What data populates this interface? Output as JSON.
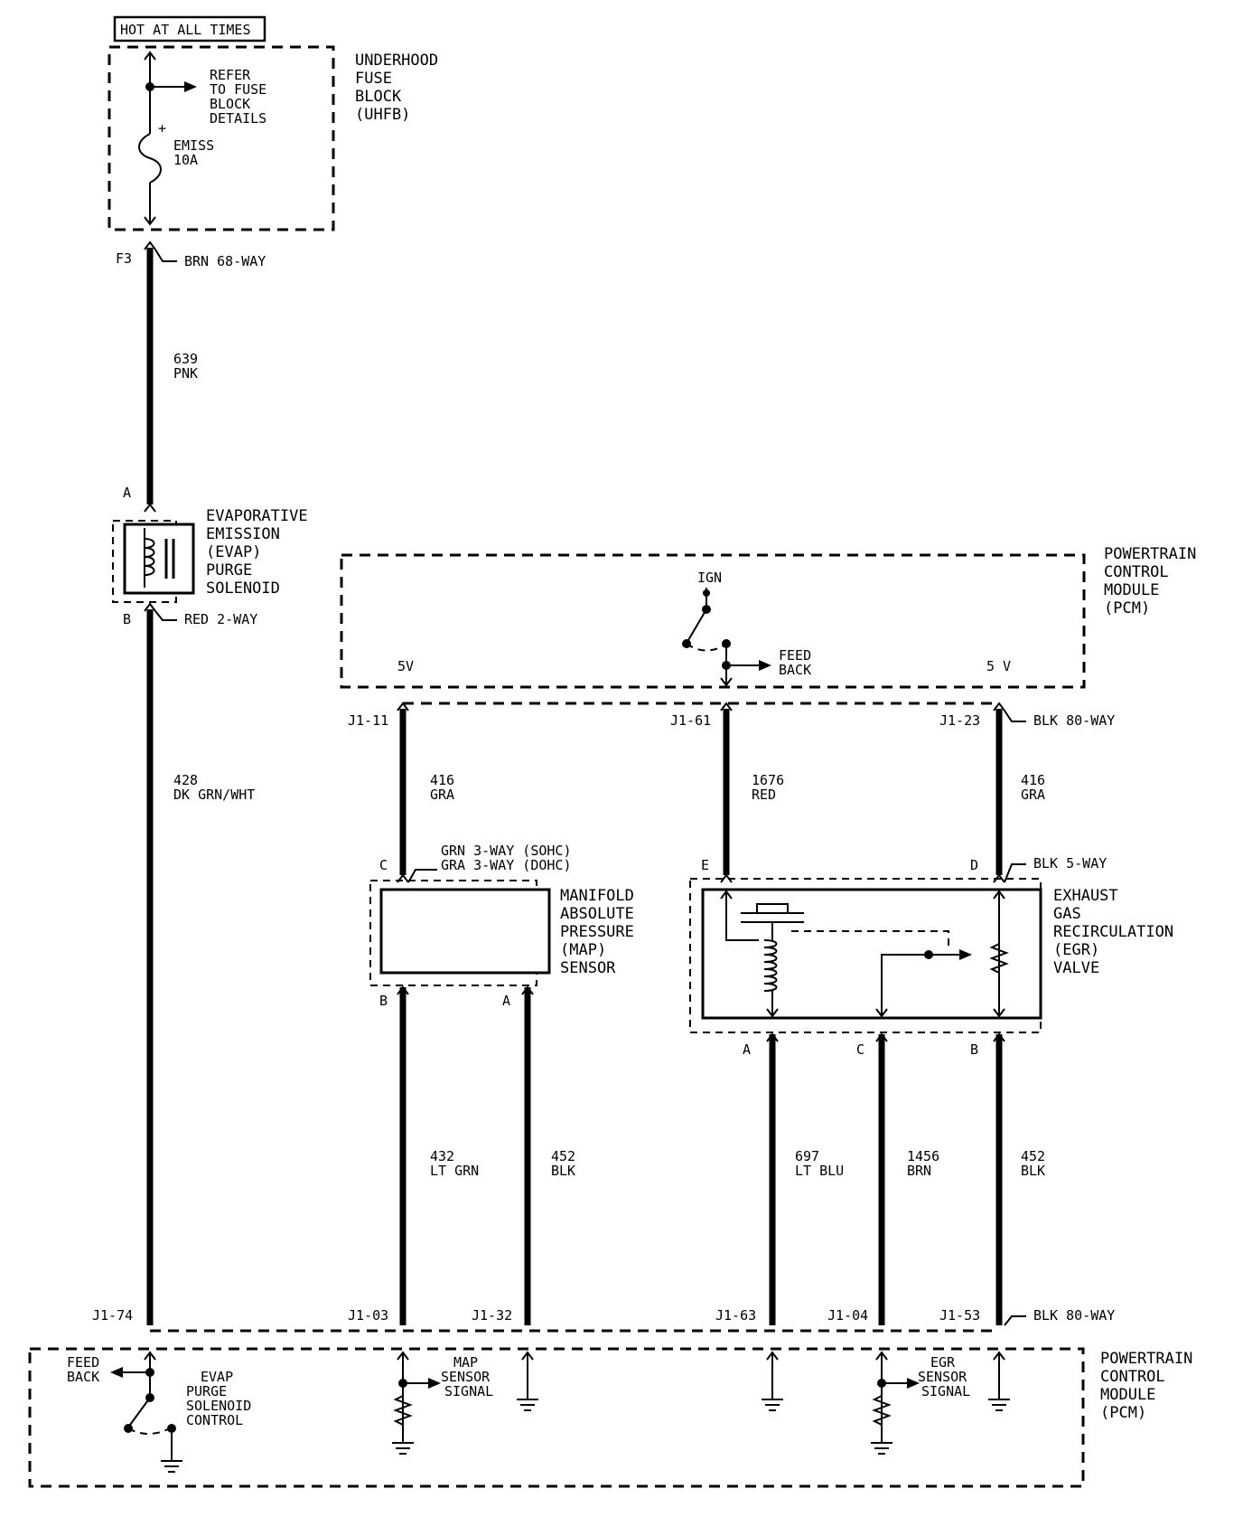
{
  "header": {
    "hot_label": "HOT AT ALL TIMES"
  },
  "fuse_block": {
    "name": [
      "UNDERHOOD",
      "FUSE",
      "BLOCK",
      "(UHFB)"
    ],
    "refer": [
      "REFER",
      "TO FUSE",
      "BLOCK",
      "DETAILS"
    ],
    "fuse": [
      "EMISS",
      "10A"
    ],
    "plus": "+"
  },
  "connectors": {
    "f3": "F3",
    "brn68": "BRN 68-WAY",
    "a": "A",
    "b": "B",
    "red2": "RED 2-WAY",
    "j1_11": "J1-11",
    "j1_61": "J1-61",
    "j1_23": "J1-23",
    "blk80_top": "BLK 80-WAY",
    "c_map": "C",
    "grn3_sohc": "GRN 3-WAY (SOHC)",
    "gra3_dohc": "GRA 3-WAY (DOHC)",
    "e_egr": "E",
    "d_egr": "D",
    "blk5": "BLK 5-WAY",
    "b_map": "B",
    "a_map": "A",
    "a_egr": "A",
    "c_egr": "C",
    "b_egr": "B",
    "j1_74": "J1-74",
    "j1_03": "J1-03",
    "j1_32": "J1-32",
    "j1_63": "J1-63",
    "j1_04": "J1-04",
    "j1_53": "J1-53",
    "blk80_bot": "BLK 80-WAY"
  },
  "wires": {
    "w639": [
      "639",
      "PNK"
    ],
    "w428": [
      "428",
      "DK GRN/WHT"
    ],
    "w416a": [
      "416",
      "GRA"
    ],
    "w1676": [
      "1676",
      "RED"
    ],
    "w416b": [
      "416",
      "GRA"
    ],
    "w432": [
      "432",
      "LT GRN"
    ],
    "w452a": [
      "452",
      "BLK"
    ],
    "w697": [
      "697",
      "LT BLU"
    ],
    "w1456": [
      "1456",
      "BRN"
    ],
    "w452b": [
      "452",
      "BLK"
    ]
  },
  "components": {
    "evap": [
      "EVAPORATIVE",
      "EMISSION",
      "(EVAP)",
      "PURGE",
      "SOLENOID"
    ],
    "pcm": [
      "POWERTRAIN",
      "CONTROL",
      "MODULE",
      "(PCM)"
    ],
    "map": [
      "MANIFOLD",
      "ABSOLUTE",
      "PRESSURE",
      "(MAP)",
      "SENSOR"
    ],
    "egr": [
      "EXHAUST",
      "GAS",
      "RECIRCULATION",
      "(EGR)",
      "VALVE"
    ]
  },
  "pcm_top": {
    "ign": "IGN",
    "feedback": [
      "FEED",
      "BACK"
    ],
    "v5_left": "5V",
    "v5_right": "5 V"
  },
  "pcm_bottom": {
    "feedback": [
      "FEED",
      "BACK"
    ],
    "evap_ctrl": [
      "EVAP",
      "PURGE",
      "SOLENOID",
      "CONTROL"
    ],
    "map_sig": [
      "MAP",
      "SENSOR",
      "SIGNAL"
    ],
    "egr_sig": [
      "EGR",
      "SENSOR",
      "SIGNAL"
    ],
    "pcm": [
      "POWERTRAIN",
      "CONTROL",
      "MODULE",
      "(PCM)"
    ]
  }
}
